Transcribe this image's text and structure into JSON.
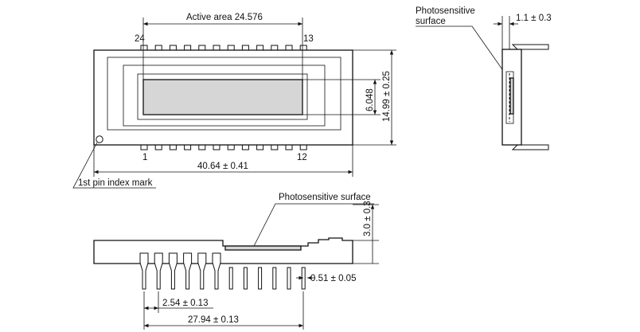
{
  "top_view": {
    "active_area_label": "Active area 24.576",
    "pin_24": "24",
    "pin_13": "13",
    "pin_1": "1",
    "pin_12": "12",
    "active_height": "6.048",
    "package_height": "14.99 ± 0.25",
    "package_width": "40.64 ± 0.41",
    "index_mark_label": "1st pin index mark"
  },
  "side_view": {
    "photosensitive_label_line1": "Photosensitive",
    "photosensitive_label_line2": "surface",
    "thickness_dim": "1.1 ± 0.3"
  },
  "front_view": {
    "photosensitive_label": "Photosensitive surface",
    "height_dim": "3.0 ± 0.3",
    "lead_width": "0.51 ± 0.05",
    "pin_pitch": "2.54 ± 0.13",
    "pin_span": "27.94 ± 0.13"
  },
  "colors": {
    "line": "#111111",
    "sensor_fill": "#d6d6d6",
    "background": "#ffffff"
  }
}
